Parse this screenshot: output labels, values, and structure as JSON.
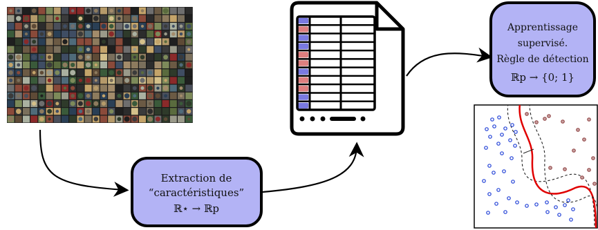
{
  "diagram": {
    "extraction_box": {
      "line1": "Extraction de",
      "line2": "“caractéristiques”",
      "math": "ℝ⋆ → ℝp"
    },
    "learning_box": {
      "line1": "Apprentissage",
      "line2": "supervisé.",
      "line3": "Règle de détection",
      "math": "ℝp → {0; 1}"
    },
    "table": {
      "row_colors": [
        "blue",
        "red",
        "blue",
        "blue",
        "red",
        "red",
        "blue",
        "red",
        "red",
        "blue",
        "blue"
      ]
    },
    "colors": {
      "box_fill": "#b3b3f5",
      "box_stroke": "#000000",
      "row_blue": "#7a7ae0",
      "row_red": "#de7f7f",
      "boundary": "#e00000",
      "positive_point": "#8b3a3a",
      "negative_point": "#1f3fd6"
    },
    "icons": [
      "image-grid-icon",
      "data-table-icon",
      "classifier-plot-icon"
    ]
  }
}
